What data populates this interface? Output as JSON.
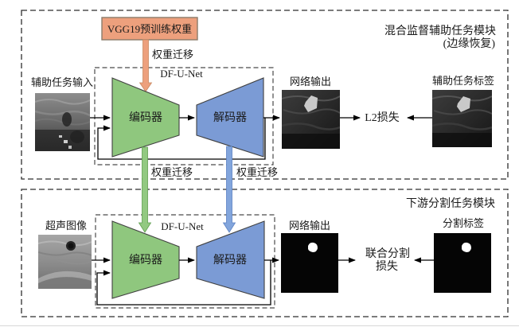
{
  "figure": {
    "kind": "neural-network-architecture-diagram",
    "language": "zh-CN"
  },
  "colors": {
    "encoder_green": "#8FC77E",
    "decoder_blue": "#7B9BD5",
    "green_arrow": "#92C981",
    "blue_arrow": "#82A5DC",
    "orange_fill": "#EDA07D",
    "orange_stroke": "#8a7a6a",
    "shape_stroke": "#404040",
    "black": "#000000"
  },
  "top_module": {
    "title_line1": "混合监督辅助任务模块",
    "title_line2": "(边缘恢复)",
    "vgg_box_label": "VGG19预训练权重",
    "weight_transfer_label": "权重迁移",
    "dfunet_label": "DF-U-Net",
    "encoder_label": "编码器",
    "decoder_label": "解码器",
    "input_label": "辅助任务输入",
    "output_label": "网络输出",
    "loss_label": "L2损失",
    "gt_label": "辅助任务标签"
  },
  "transfer_arrows": {
    "encoder_arrow_label": "权重迁移",
    "decoder_arrow_label": "权重迁移"
  },
  "bottom_module": {
    "title": "下游分割任务模块",
    "dfunet_label": "DF-U-Net",
    "encoder_label": "编码器",
    "decoder_label": "解码器",
    "input_label": "超声图像",
    "output_label": "网络输出",
    "loss_label_line1": "联合分割",
    "loss_label_line2": "损失",
    "gt_label": "分割标签"
  }
}
